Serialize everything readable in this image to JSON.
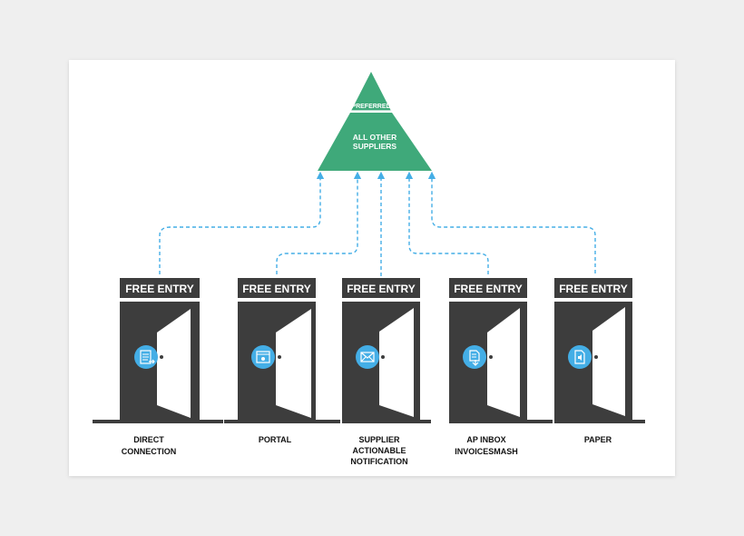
{
  "pyramid": {
    "top_label": "PREFERRED",
    "bottom_label": [
      "ALL OTHER",
      "SUPPLIERS"
    ],
    "color": "#3fa97a"
  },
  "accent_color": "#44aee6",
  "door_color": "#3d3d3d",
  "entries": [
    {
      "sign": "FREE ENTRY",
      "label": [
        "DIRECT",
        "CONNECTION"
      ],
      "icon": "document-arrow-icon"
    },
    {
      "sign": "FREE ENTRY",
      "label": [
        "PORTAL"
      ],
      "icon": "browser-window-icon"
    },
    {
      "sign": "FREE ENTRY",
      "label": [
        "SUPPLIER",
        "ACTIONABLE",
        "NOTIFICATION"
      ],
      "icon": "envelope-icon"
    },
    {
      "sign": "FREE ENTRY",
      "label": [
        "AP INBOX",
        "INVOICESMASH"
      ],
      "icon": "document-download-icon"
    },
    {
      "sign": "FREE ENTRY",
      "label": [
        "PAPER"
      ],
      "icon": "paper-document-icon"
    }
  ]
}
